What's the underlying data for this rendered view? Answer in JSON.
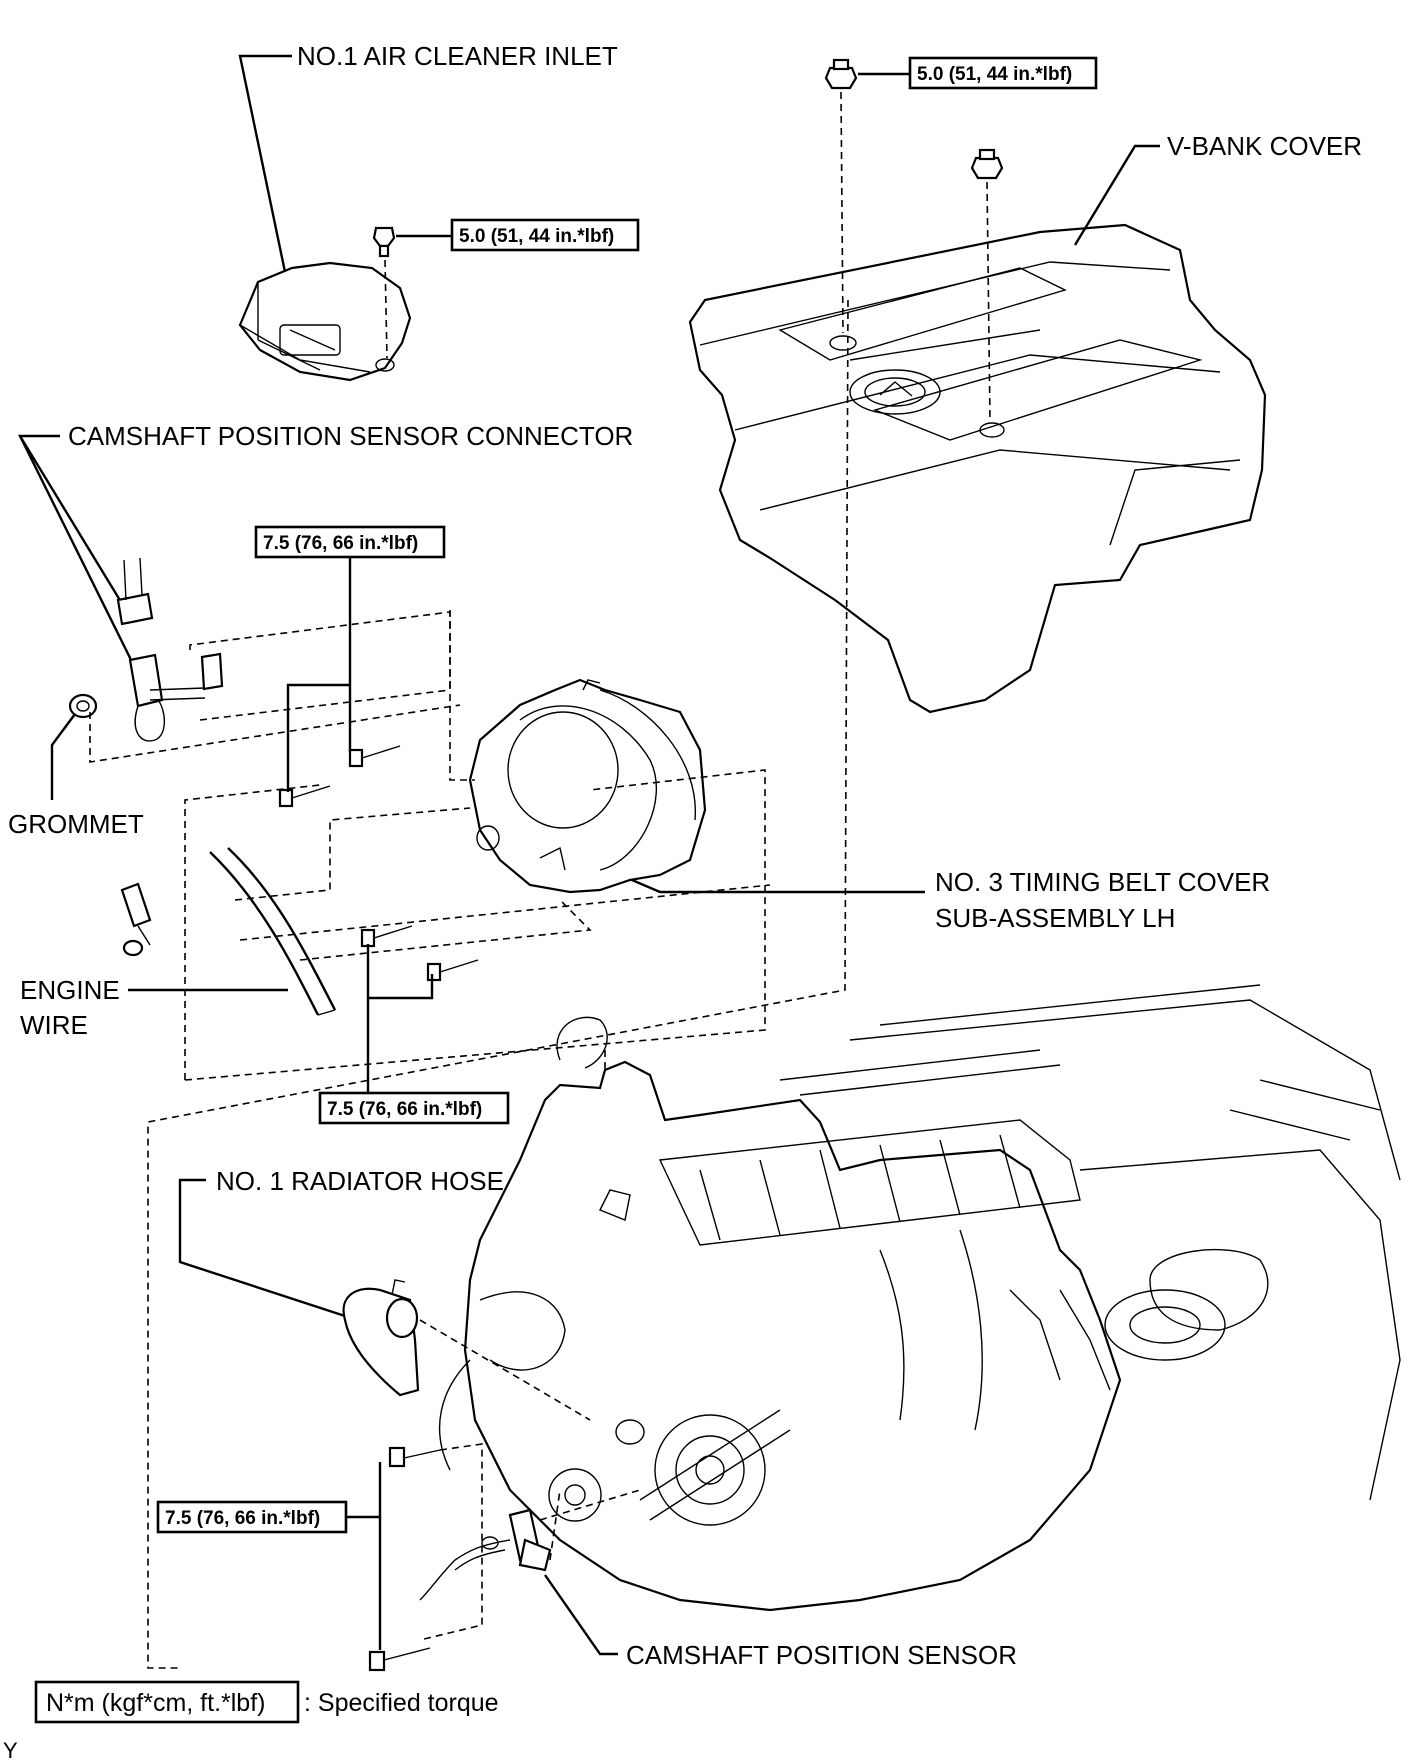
{
  "labels": {
    "air_cleaner_inlet": "NO.1 AIR CLEANER INLET",
    "v_bank_cover": "V-BANK COVER",
    "cam_sensor_connector": "CAMSHAFT POSITION SENSOR CONNECTOR",
    "grommet": "GROMMET",
    "timing_cover_line1": "NO. 3 TIMING BELT COVER",
    "timing_cover_line2": "SUB-ASSEMBLY LH",
    "engine_wire_line1": "ENGINE",
    "engine_wire_line2": "WIRE",
    "radiator_hose": "NO. 1 RADIATOR HOSE",
    "cam_sensor": "CAMSHAFT POSITION SENSOR"
  },
  "torques": {
    "v_bank_nut": "5.0 (51, 44 in.*lbf)",
    "inlet_bolt": "5.0 (51, 44 in.*lbf)",
    "cover_upper_bolts": "7.5 (76, 66 in.*lbf)",
    "cover_lower_bolts": "7.5 (76, 66 in.*lbf)",
    "sensor_bolts": "7.5 (76, 66 in.*lbf)"
  },
  "legend": {
    "unit": "N*m (kgf*cm, ft.*lbf)",
    "text": ": Specified torque"
  },
  "figure_code": "Y"
}
